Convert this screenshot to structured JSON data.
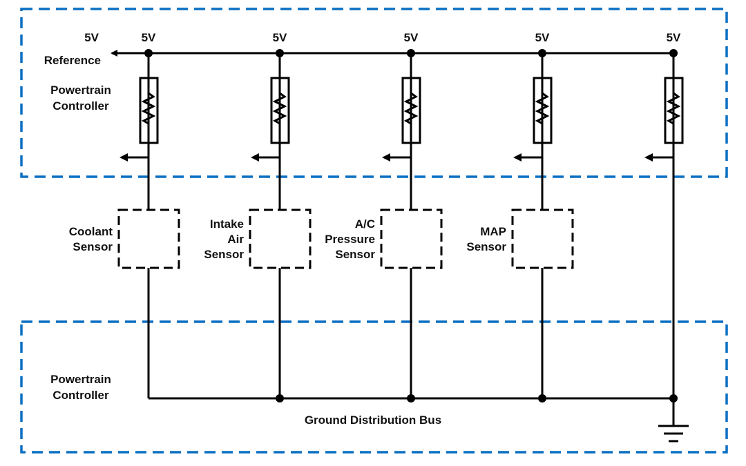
{
  "top_zone": {
    "label_line1": "Powertrain",
    "label_line2": "Controller",
    "reference_label": "Reference",
    "reference_voltage": "5V"
  },
  "columns": [
    {
      "voltage": "5V",
      "sensor_lines": [
        "Coolant",
        "Sensor"
      ]
    },
    {
      "voltage": "5V",
      "sensor_lines": [
        "Intake",
        "Air",
        "Sensor"
      ]
    },
    {
      "voltage": "5V",
      "sensor_lines": [
        "A/C",
        "Pressure",
        "Sensor"
      ]
    },
    {
      "voltage": "5V",
      "sensor_lines": [
        "MAP",
        "Sensor"
      ]
    },
    {
      "voltage": "5V",
      "sensor_lines": []
    }
  ],
  "bottom_zone": {
    "label_line1": "Powertrain",
    "label_line2": "Controller",
    "bus_label": "Ground Distribution Bus"
  },
  "colors": {
    "zone_border": "#0a6fc2",
    "wire": "#000000"
  }
}
